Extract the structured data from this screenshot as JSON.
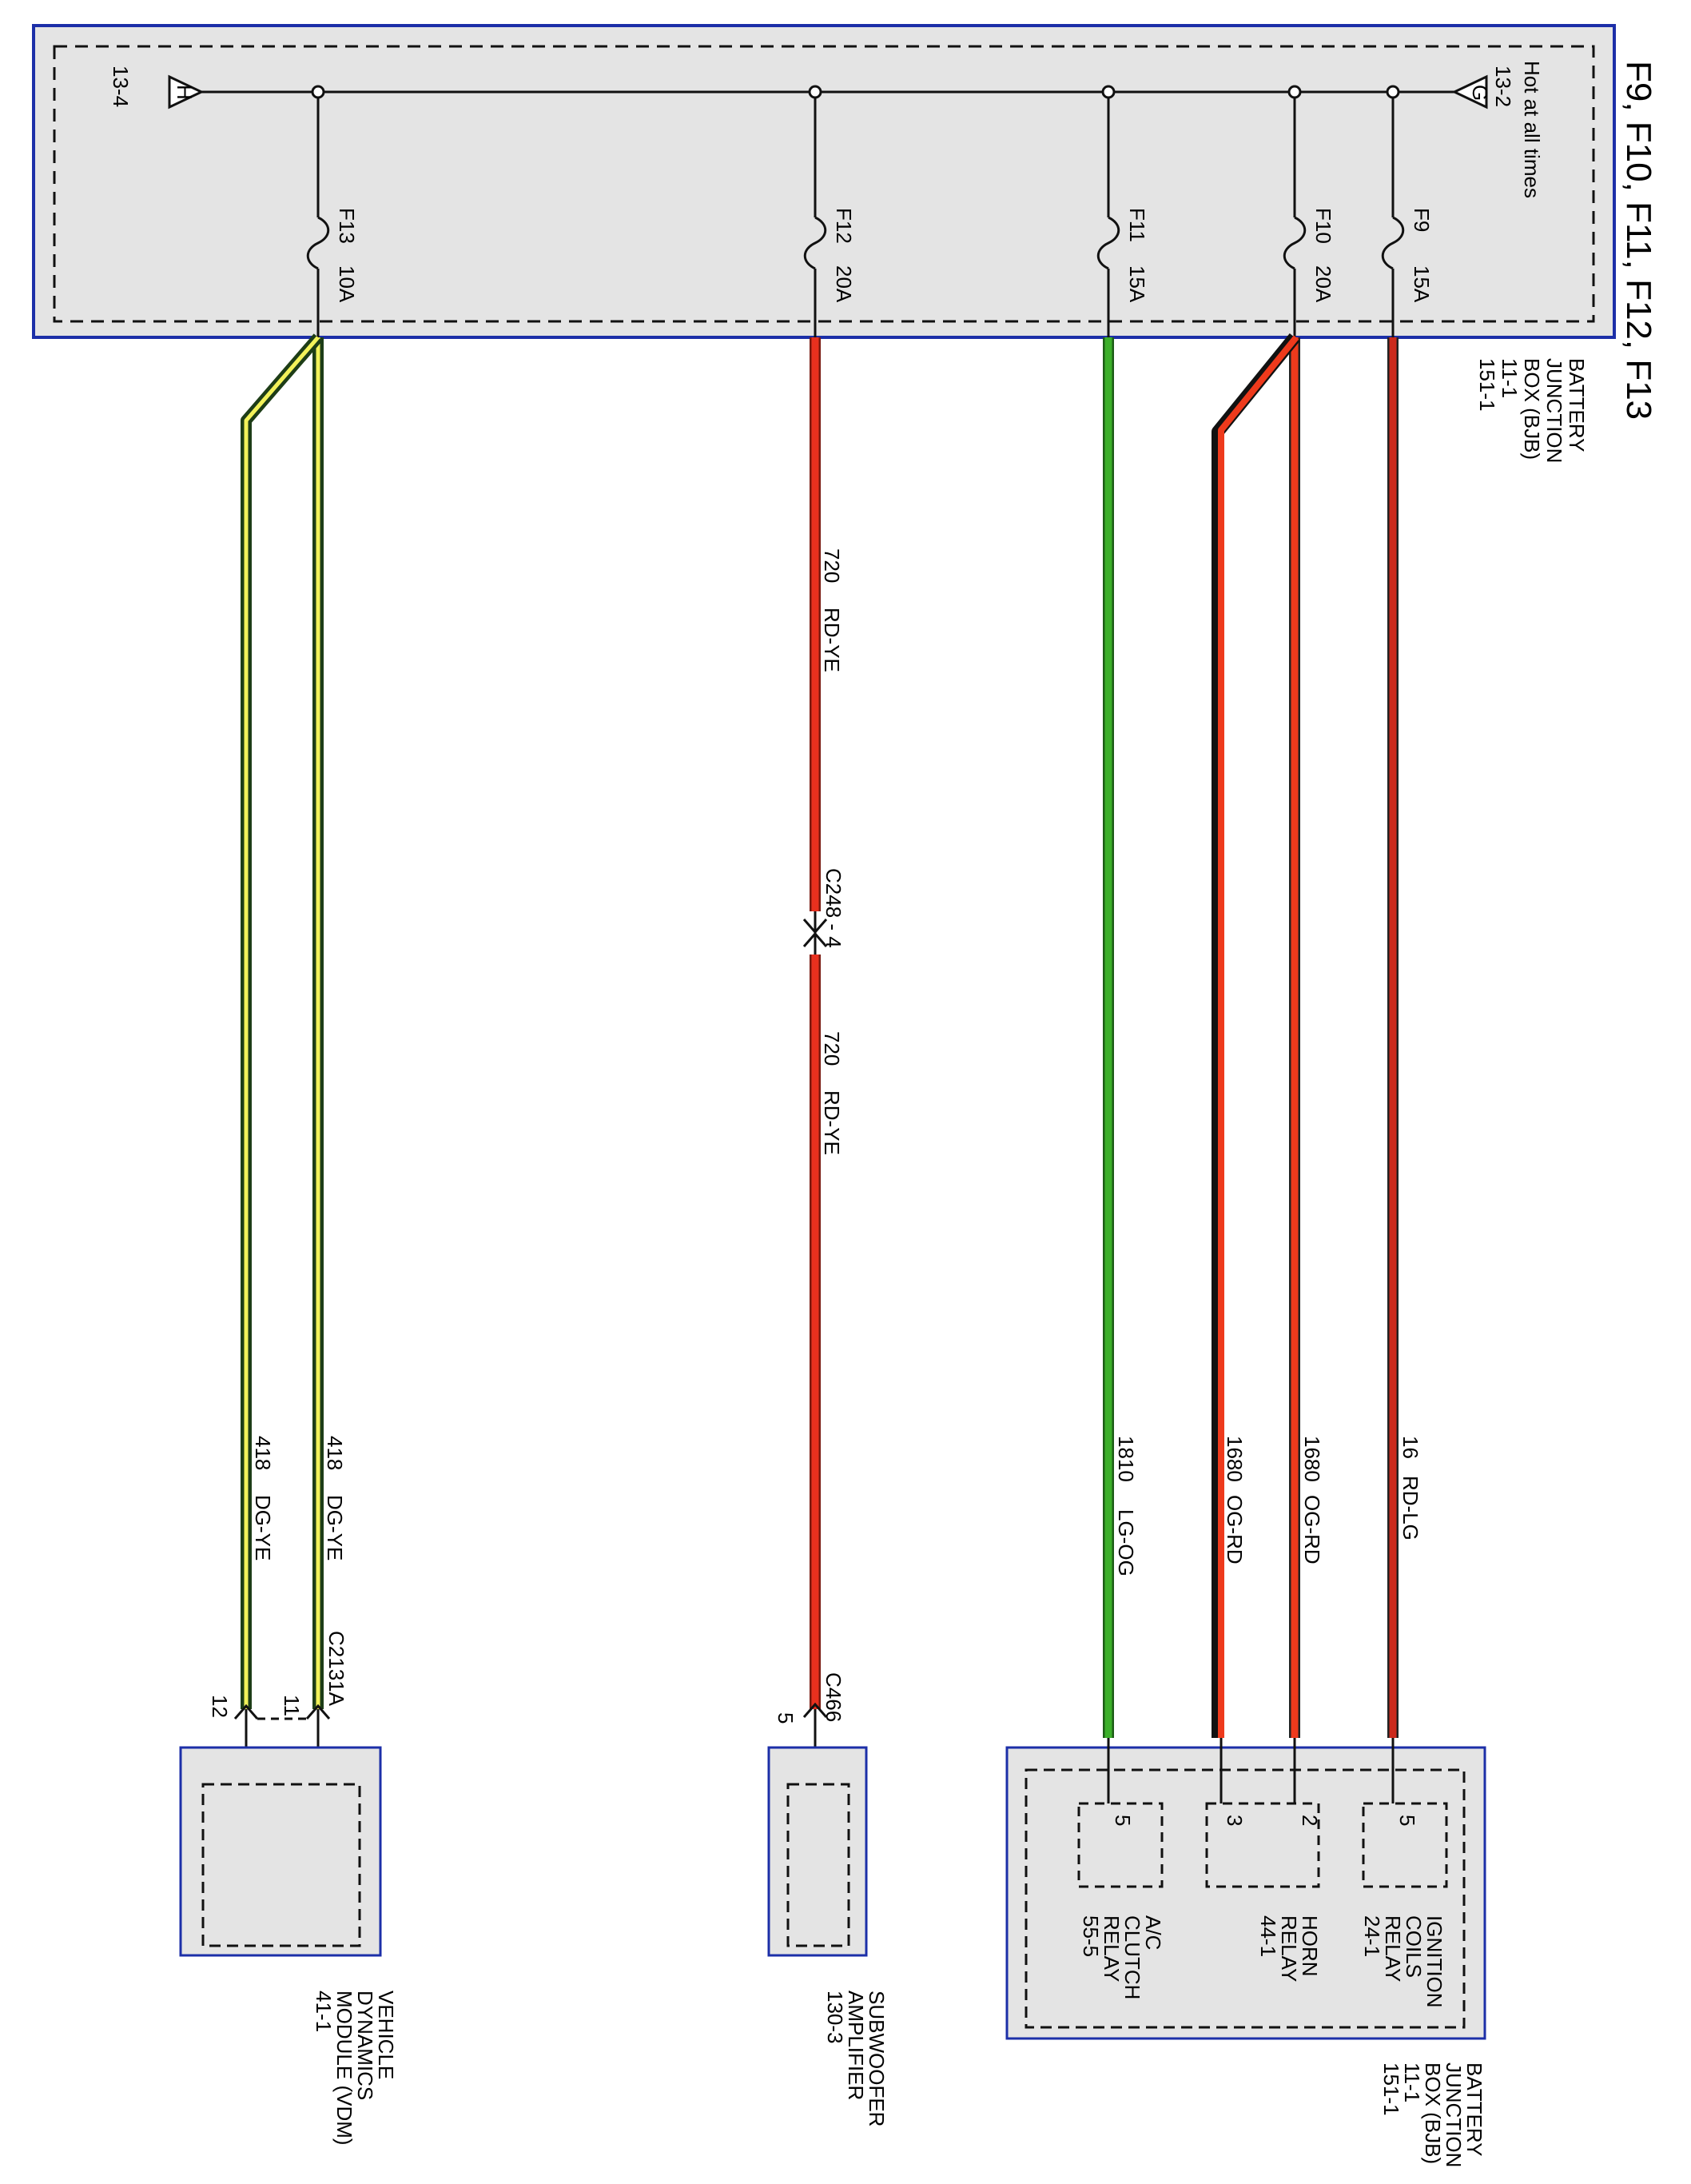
{
  "title": "F9, F10, F11, F12, F13",
  "top_box": {
    "name_lines": [
      "BATTERY",
      "JUNCTION",
      "BOX (BJB)",
      "11-1",
      "151-1"
    ],
    "hot_label": "Hot at all times",
    "ref_g": {
      "letter": "G",
      "page": "13-2"
    },
    "ref_h": {
      "letter": "H",
      "page": "13-4"
    }
  },
  "fuses": [
    {
      "id": "F9",
      "amps": "15A"
    },
    {
      "id": "F10",
      "amps": "20A"
    },
    {
      "id": "F11",
      "amps": "15A"
    },
    {
      "id": "F12",
      "amps": "20A"
    },
    {
      "id": "F13",
      "amps": "10A"
    }
  ],
  "wires": [
    {
      "circuit": "16",
      "color_code": "RD-LG",
      "colors": [
        "#cc2a1c",
        "#cc2a1c"
      ]
    },
    {
      "circuit": "1680",
      "color_code": "OG-RD",
      "colors": [
        "#ee3a1c",
        "#ee3a1c"
      ]
    },
    {
      "circuit": "1680",
      "color_code": "OG-RD",
      "colors": [
        "#ee3a1c",
        "#000000"
      ]
    },
    {
      "circuit": "1810",
      "color_code": "LG-OG",
      "colors": [
        "#3cb02a",
        "#3cb02a"
      ]
    },
    {
      "circuit": "720",
      "color_code": "RD-YE",
      "colors": [
        "#e8301e",
        "#e8301e"
      ]
    },
    {
      "circuit": "418",
      "color_code": "DG-YE",
      "colors": [
        "#f2f25a",
        "#1d3d17"
      ]
    },
    {
      "circuit": "418",
      "color_code": "DG-YE",
      "colors": [
        "#f2f25a",
        "#1d3d17"
      ]
    }
  ],
  "connectors": {
    "c248": "C248 - 4",
    "c466": "C466",
    "c466_pin": "5",
    "c2131a": "C2131A",
    "c2131a_pins": [
      "11",
      "12"
    ]
  },
  "bottom_bjb": {
    "name_lines": [
      "BATTERY",
      "JUNCTION",
      "BOX (BJB)",
      "11-1",
      "151-1"
    ],
    "relays": [
      {
        "pin": "5",
        "lines": [
          "IGNITION",
          "COILS",
          "RELAY",
          "24-1"
        ]
      },
      {
        "pins": [
          "2",
          "3"
        ],
        "lines": [
          "HORN",
          "RELAY",
          "44-1"
        ]
      },
      {
        "pin": "5",
        "lines": [
          "A/C",
          "CLUTCH",
          "RELAY",
          "55-5"
        ]
      }
    ]
  },
  "subwoofer": {
    "name_lines": [
      "SUBWOOFER",
      "AMPLIFIER",
      "130-3"
    ]
  },
  "vdm": {
    "name_lines": [
      "VEHICLE",
      "DYNAMICS",
      "MODULE (VDM)",
      "41-1"
    ]
  },
  "colors": {
    "box_border": "#1c2fa8",
    "box_fill": "#e4e4e4"
  }
}
